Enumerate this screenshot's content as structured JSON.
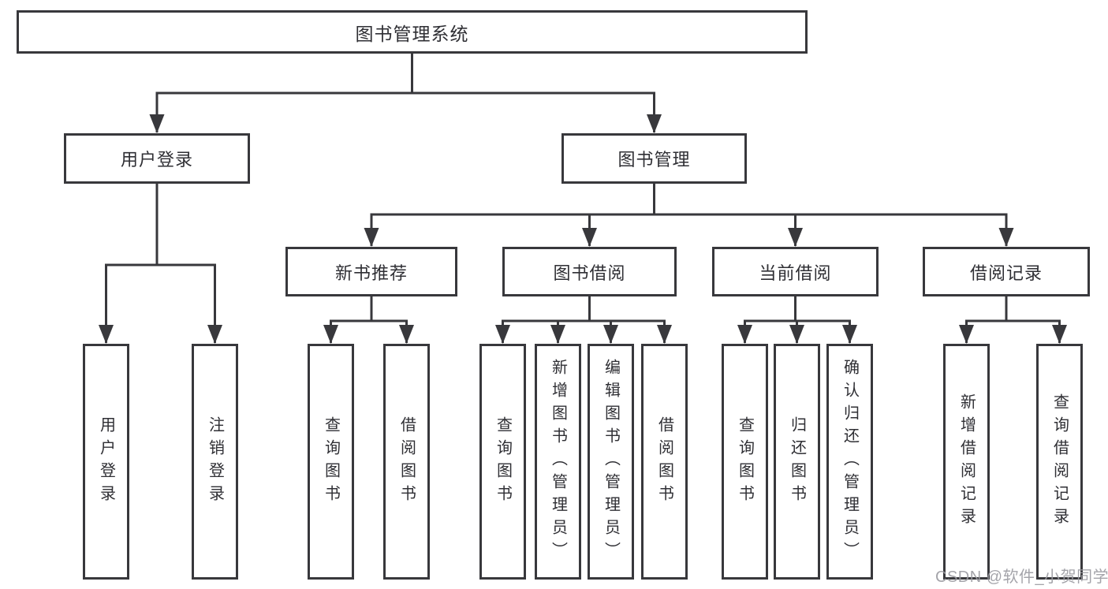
{
  "diagram_title": "图书管理系统",
  "nodes": {
    "root": "图书管理系统",
    "user_login": "用户登录",
    "book_mgmt": "图书管理",
    "new_book_rec": "新书推荐",
    "book_borrow": "图书借阅",
    "current_borrow": "当前借阅",
    "borrow_records": "借阅记录",
    "leaf_user_login": "用户登录",
    "leaf_logout": "注销登录",
    "leaf_rec_query": "查询图书",
    "leaf_rec_borrow": "借阅图书",
    "leaf_borrow_query": "查询图书",
    "leaf_borrow_add": "新增图书（管理员）",
    "leaf_borrow_edit": "编辑图书（管理员）",
    "leaf_borrow_borrow": "借阅图书",
    "leaf_current_query": "查询图书",
    "leaf_current_return": "归还图书",
    "leaf_current_confirm": "确认归还（管理员）",
    "leaf_records_add": "新增借阅记录",
    "leaf_records_query": "查询借阅记录"
  },
  "watermark": "CSDN @软件_小贺同学",
  "colors": {
    "line": "#38383c",
    "text": "#2f2f34",
    "watermark": "#9b9ba1",
    "background": "#ffffff"
  }
}
